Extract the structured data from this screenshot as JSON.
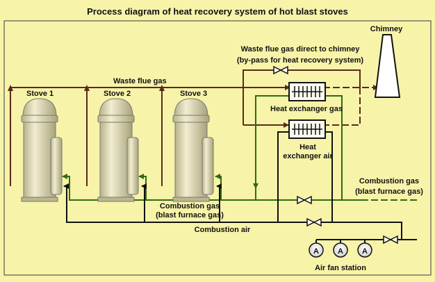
{
  "title": "Process diagram of heat recovery system of hot blast stoves",
  "colors": {
    "background": "#f7f3a9",
    "waste_gas_line": "#5a2a1a",
    "combustion_gas_line": "#2f6b12",
    "combustion_air_line": "#111111",
    "stove_body": "#ddd7b2"
  },
  "labels": {
    "chimney": "Chimney",
    "bypass_line1": "Waste flue gas direct to chimney",
    "bypass_line2": "(by-pass for heat recovery system)",
    "waste_flue_gas": "Waste flue gas",
    "stove1": "Stove 1",
    "stove2": "Stove 2",
    "stove3": "Stove 3",
    "hx_gas": "Heat exchanger gas",
    "hx_air_line1": "Heat",
    "hx_air_line2": "exchanger air",
    "comb_gas_right_line1": "Combustion gas",
    "comb_gas_right_line2": "(blast furnace gas)",
    "comb_gas_center_line1": "Combustion gas",
    "comb_gas_center_line2": "(blast furnace gas)",
    "combustion_air": "Combustion air",
    "air_fan_station": "Air fan station"
  },
  "icons": [
    "stove-icon",
    "heat-exchanger-icon",
    "valve-icon",
    "fan-icon",
    "chimney-icon"
  ]
}
